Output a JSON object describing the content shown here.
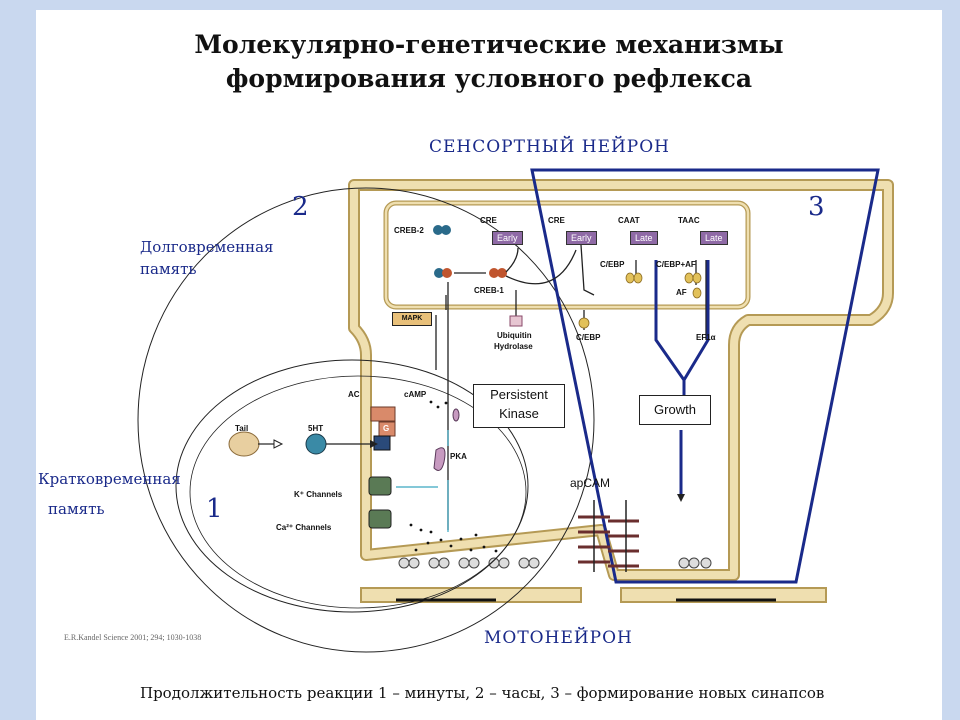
{
  "title_line1": "Молекулярно-генетические механизмы",
  "title_line2": "формирования условного рефлекса",
  "sensory_neuron": "СЕНСОРТНЫЙ НЕЙРОН",
  "motor_neuron": "МОТОНЕЙРОН",
  "long_term_line1": "Долговременная",
  "long_term_line2": "память",
  "short_term_line1": "Кратковременная",
  "short_term_line2": "память",
  "region_numbers": [
    "1",
    "2",
    "3"
  ],
  "labels": {
    "creb2": "CREB-2",
    "creb1": "CREB-1",
    "cre1": "CRE",
    "cre2": "CRE",
    "caat": "CAAT",
    "taac": "TAAC",
    "early1": "Early",
    "early2": "Early",
    "late1": "Late",
    "late2": "Late",
    "cebp1": "C/EBP",
    "cebp_af": "C/EBP+AF",
    "af": "AF",
    "cebp2": "C/EBP",
    "ef1a": "EF1α",
    "mapk": "MAPK",
    "ubiquitin1": "Ubiquitin",
    "ubiquitin2": "Hydrolase",
    "persistent1": "Persistent",
    "persistent2": "Kinase",
    "growth": "Growth",
    "ac": "AC",
    "camp": "cAMP",
    "g": "G",
    "pka": "PKA",
    "tail": "Tail",
    "ht5": "5HT",
    "k_channels": "K⁺ Channels",
    "ca_channels": "Ca²⁺ Channels",
    "apcam": "apCAM"
  },
  "citation": "E.R.Kandel Science 2001; 294; 1030-1038",
  "footer": "Продолжительность реакции 1 – минуты, 2 – часы, 3 – формирование новых синапсов",
  "colors": {
    "accent_blue": "#1a2a8a",
    "membrane": "#efdfb0",
    "membrane_edge": "#b59a55",
    "gene_purple": "#8f6aa6",
    "slide_border": "#c9d8ef"
  }
}
